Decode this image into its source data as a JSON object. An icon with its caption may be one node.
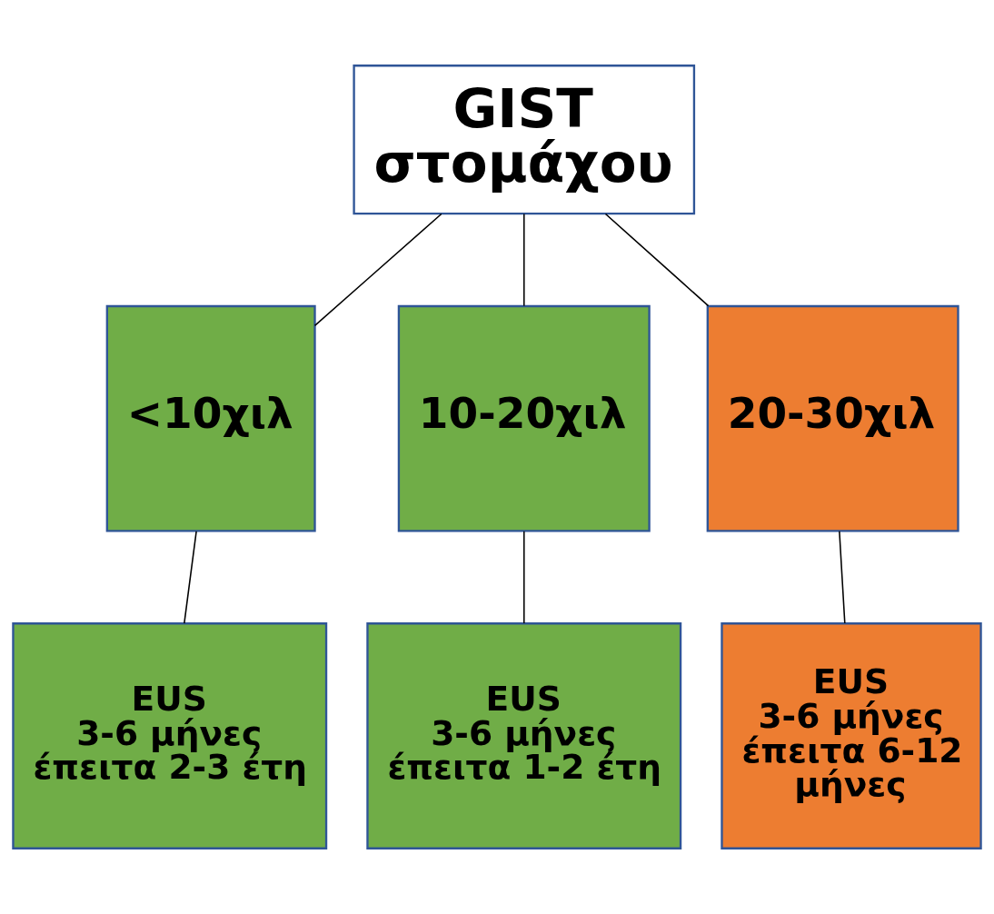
{
  "diagram": {
    "nodes": [
      {
        "text": [
          "GIST στομάχου"
        ]
      },
      {
        "text": [
          "<10χιλ"
        ]
      },
      {
        "text": [
          "10-20χιλ"
        ]
      },
      {
        "text": [
          "20-30χιλ"
        ]
      },
      {
        "text": [
          "EUS",
          "3-6 μήνες έπειτα 2-3 έτη"
        ]
      },
      {
        "text": [
          "EUS",
          "3-6 μήνες έπειτα 1-2 έτη"
        ]
      },
      {
        "text": [
          "EUS",
          "3-6 μήνες έπειτα 6-12 μήνες"
        ]
      }
    ],
    "edges": [
      {
        "from": 0,
        "to": 1,
        "arrow": "none"
      },
      {
        "from": 0,
        "to": 2,
        "arrow": "none"
      },
      {
        "from": 0,
        "to": 3,
        "arrow": "none"
      },
      {
        "from": 1,
        "to": 4,
        "arrow": "none"
      },
      {
        "from": 2,
        "to": 5,
        "arrow": "none"
      },
      {
        "from": 3,
        "to": 6,
        "arrow": "none"
      }
    ]
  }
}
